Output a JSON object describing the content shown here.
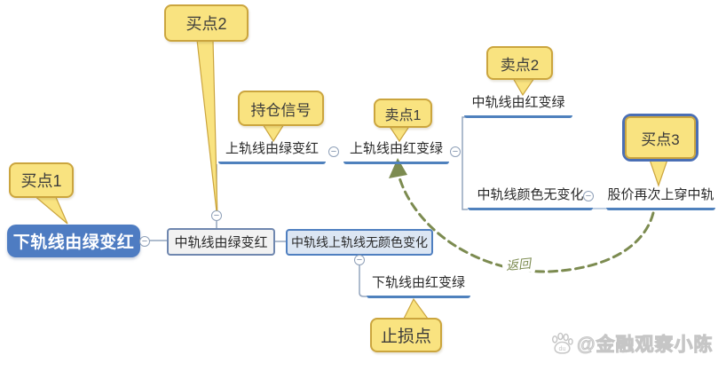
{
  "diagram": {
    "root": "下轨线由绿变红",
    "nodes": {
      "mid_green_to_red": "中轨线由绿变红",
      "upper_green_to_red": "上轨线由绿变红",
      "upper_red_to_green": "上轨线由红变绿",
      "mid_red_to_green": "中轨线由红变绿",
      "mid_color_unchanged": "中轨线颜色无变化",
      "price_recross_mid": "股价再次上穿中轨",
      "mid_upper_no_color_change": "中轨线上轨线无颜色变化",
      "lower_red_to_green": "下轨线由红变绿"
    },
    "callouts": {
      "buy1": "买点1",
      "buy2": "买点2",
      "buy3": "买点3",
      "sell1": "卖点1",
      "sell2": "卖点2",
      "hold_signal": "持仓信号",
      "stop_loss": "止损点"
    },
    "relationship_label": "返回",
    "collapse_glyph": "−"
  },
  "watermark": {
    "icon": "baidu-paw-icon",
    "text": "@金融观察小陈"
  },
  "colors": {
    "callout_fill": "#F9E380",
    "callout_border": "#CBA53E",
    "root_fill": "#4E7CC2",
    "underline_blue": "#4F81BD",
    "box_blue_fill": "#DCE6F3",
    "connector_gray": "#94A5BE",
    "arc_olive": "#7C8B50",
    "buy3_ring_blue": "#4A6FB5",
    "watermark_gray": "#C9C9C9"
  }
}
